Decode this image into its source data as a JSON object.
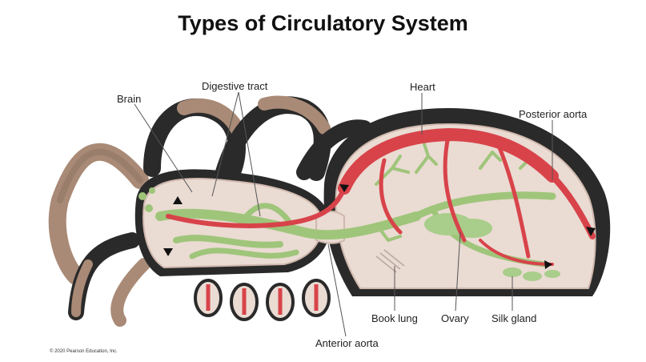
{
  "title": "Types of Circulatory System",
  "labels": {
    "brain": "Brain",
    "digestive_tract": "Digestive tract",
    "heart": "Heart",
    "posterior_aorta": "Posterior aorta",
    "book_lung": "Book lung",
    "ovary": "Ovary",
    "silk_gland": "Silk gland",
    "anterior_aorta": "Anterior aorta"
  },
  "credit": "© 2020 Pearson Education, Inc.",
  "colors": {
    "vessel": "#d8434a",
    "gut": "#9fc57a",
    "body_wall": "#eadbd3",
    "hair_dark": "#2a2a2a",
    "hair_tan": "#a98a76"
  }
}
